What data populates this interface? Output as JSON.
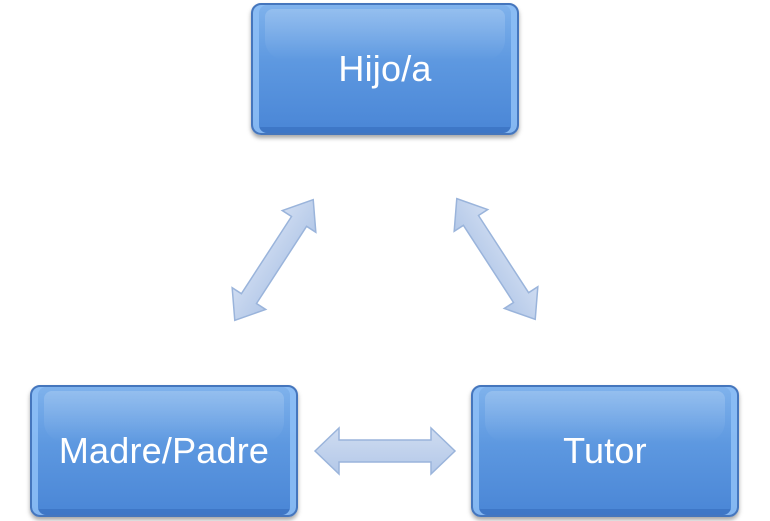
{
  "nodes": {
    "top": {
      "label": "Hijo/a"
    },
    "left": {
      "label": "Madre/Padre"
    },
    "right": {
      "label": "Tutor"
    }
  },
  "connections": [
    {
      "from": "Hijo/a",
      "to": "Madre/Padre",
      "direction": "bidirectional"
    },
    {
      "from": "Hijo/a",
      "to": "Tutor",
      "direction": "bidirectional"
    },
    {
      "from": "Madre/Padre",
      "to": "Tutor",
      "direction": "bidirectional"
    }
  ],
  "colors": {
    "node_fill": "#5d98e0",
    "node_border": "#4576bd",
    "arrow_fill": "#bdd0ec",
    "arrow_stroke": "#9ab4db",
    "text": "#ffffff"
  }
}
